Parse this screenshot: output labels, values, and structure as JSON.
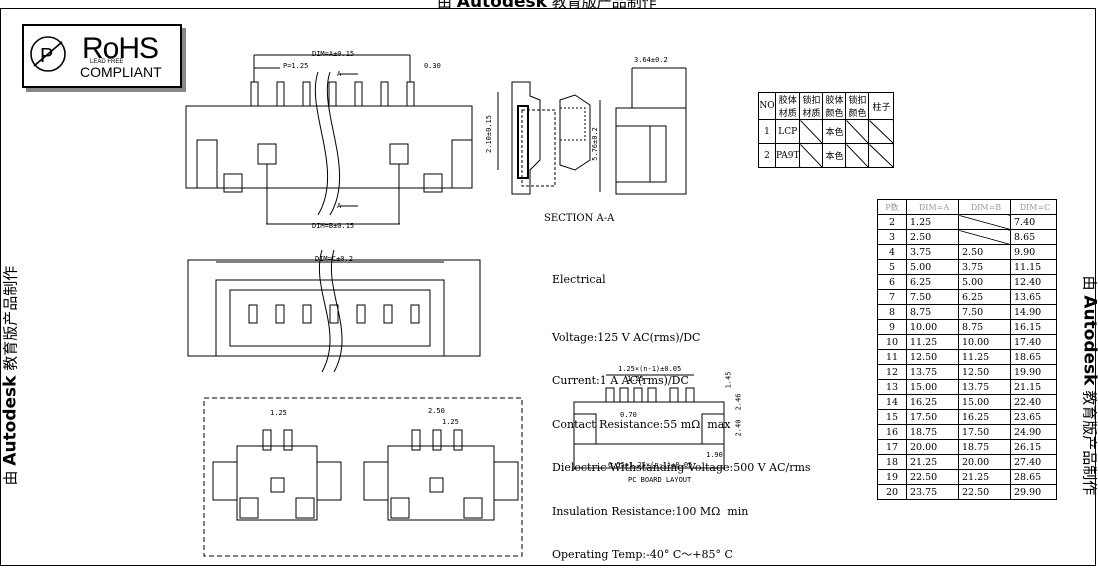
{
  "watermark": {
    "prefix": "由",
    "brand": "Autodesk",
    "suffix": "教育版产品制作"
  },
  "rohs": {
    "title": "RoHS",
    "subtitle": "COMPLIANT",
    "badge": "LEAD FREE"
  },
  "dims": {
    "top_a": "DIM=A±0.15",
    "pitch": "P=1.25",
    "w030": "0.30",
    "a_cut": "A",
    "bottom_b": "DIM=B±0.15",
    "v210": "2.10±0.15",
    "side_w": "3.64±0.2",
    "v576": "5.76±0.2",
    "front_c": "DIM=C±0.2",
    "fp_125": "1.25",
    "fp_250": "2.50",
    "fp_125b": "1.25"
  },
  "section_label": "SECTION A-A",
  "electrical": {
    "heading": "Electrical",
    "lines": [
      "Voltage:125 V AC(rms)/DC",
      "Current:1 A AC(rms)/DC",
      "Contact Resistance:55 mΩ  max",
      "Dielectric Withstanding Voltage:500 V AC/rms",
      "Insulation Resistance:100 MΩ  min",
      "Operating Temp:-40° C～+85° C"
    ]
  },
  "pcb": {
    "top_dim": "1.25×(n-1)±0.05",
    "pitch": "1.25",
    "hole": "0.70",
    "v145": "1.45",
    "v246": "2.46",
    "v240": "2.40",
    "v190": "1.90",
    "bottom_dim": "6.55+1.25×(n-1)±0.05",
    "caption": "PC BOARD LAYOUT"
  },
  "material_table": {
    "headers": [
      "NO",
      "胶体材质",
      "锁扣材质",
      "胶体颜色",
      "锁扣颜色",
      "柱子"
    ],
    "rows": [
      [
        "1",
        "LCP",
        "",
        "本色",
        "",
        ""
      ],
      [
        "2",
        "PA9T",
        "",
        "本色",
        "",
        ""
      ]
    ]
  },
  "dim_table": {
    "headers": [
      "P数",
      "DIM=A",
      "DIM=B",
      "DIM=C"
    ],
    "rows": [
      [
        "2",
        "1.25",
        "",
        "7.40"
      ],
      [
        "3",
        "2.50",
        "",
        "8.65"
      ],
      [
        "4",
        "3.75",
        "2.50",
        "9.90"
      ],
      [
        "5",
        "5.00",
        "3.75",
        "11.15"
      ],
      [
        "6",
        "6.25",
        "5.00",
        "12.40"
      ],
      [
        "7",
        "7.50",
        "6.25",
        "13.65"
      ],
      [
        "8",
        "8.75",
        "7.50",
        "14.90"
      ],
      [
        "9",
        "10.00",
        "8.75",
        "16.15"
      ],
      [
        "10",
        "11.25",
        "10.00",
        "17.40"
      ],
      [
        "11",
        "12.50",
        "11.25",
        "18.65"
      ],
      [
        "12",
        "13.75",
        "12.50",
        "19.90"
      ],
      [
        "13",
        "15.00",
        "13.75",
        "21.15"
      ],
      [
        "14",
        "16.25",
        "15.00",
        "22.40"
      ],
      [
        "15",
        "17.50",
        "16.25",
        "23.65"
      ],
      [
        "16",
        "18.75",
        "17.50",
        "24.90"
      ],
      [
        "17",
        "20.00",
        "18.75",
        "26.15"
      ],
      [
        "18",
        "21.25",
        "20.00",
        "27.40"
      ],
      [
        "19",
        "22.50",
        "21.25",
        "28.65"
      ],
      [
        "20",
        "23.75",
        "22.50",
        "29.90"
      ]
    ]
  }
}
